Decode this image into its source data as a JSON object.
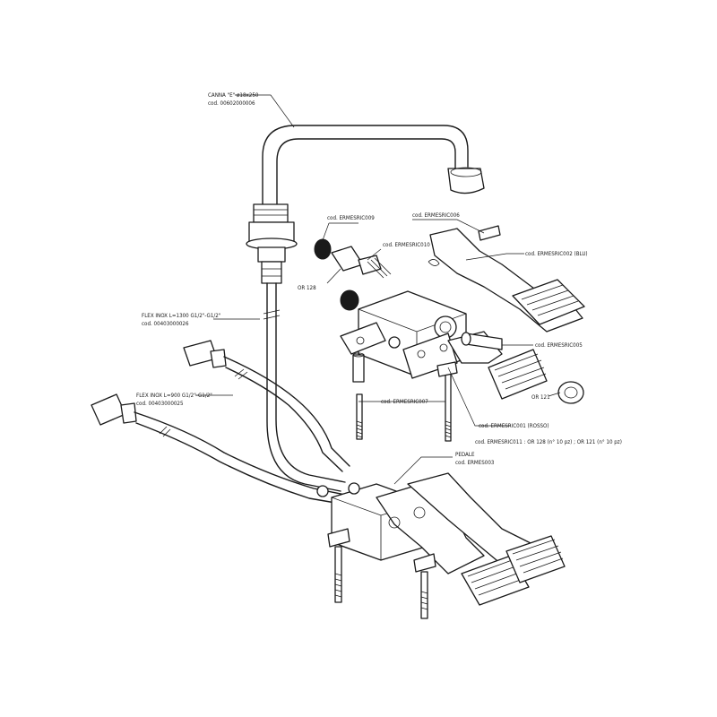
{
  "labels": {
    "canna_title": "CANNA \"E\" ø18x250",
    "canna_code": "cod. 00602000006",
    "ermesric009": "cod. ERMESRIC009",
    "ermesric006": "cod. ERMESRIC006",
    "ermesric010": "cod. ERMESRIC010",
    "ermesric002": "cod. ERMESRIC002 (BLU)",
    "or128": "OR 128",
    "flex1300_title": "FLEX INOX L=1300 G1/2\"-G1/2\"",
    "flex1300_code": "cod. 00403000026",
    "ermesric005": "cod. ERMESRIC005",
    "or121": "OR 121",
    "flex900_title": "FLEX INOX L=900 G1/2\"-G1/2\"",
    "flex900_code": "cod. 00403000025",
    "ermesric007": "cod. ERMESRIC007",
    "ermesric001": "cod. ERMESRIC001 (ROSSO)",
    "ermesric011": "cod. ERMESRIC011 : OR 128 (n° 10 pz) ; OR 121 (n° 10 pz)",
    "pedale_title": "PEDALE",
    "pedale_code": "cod. ERMES003"
  }
}
